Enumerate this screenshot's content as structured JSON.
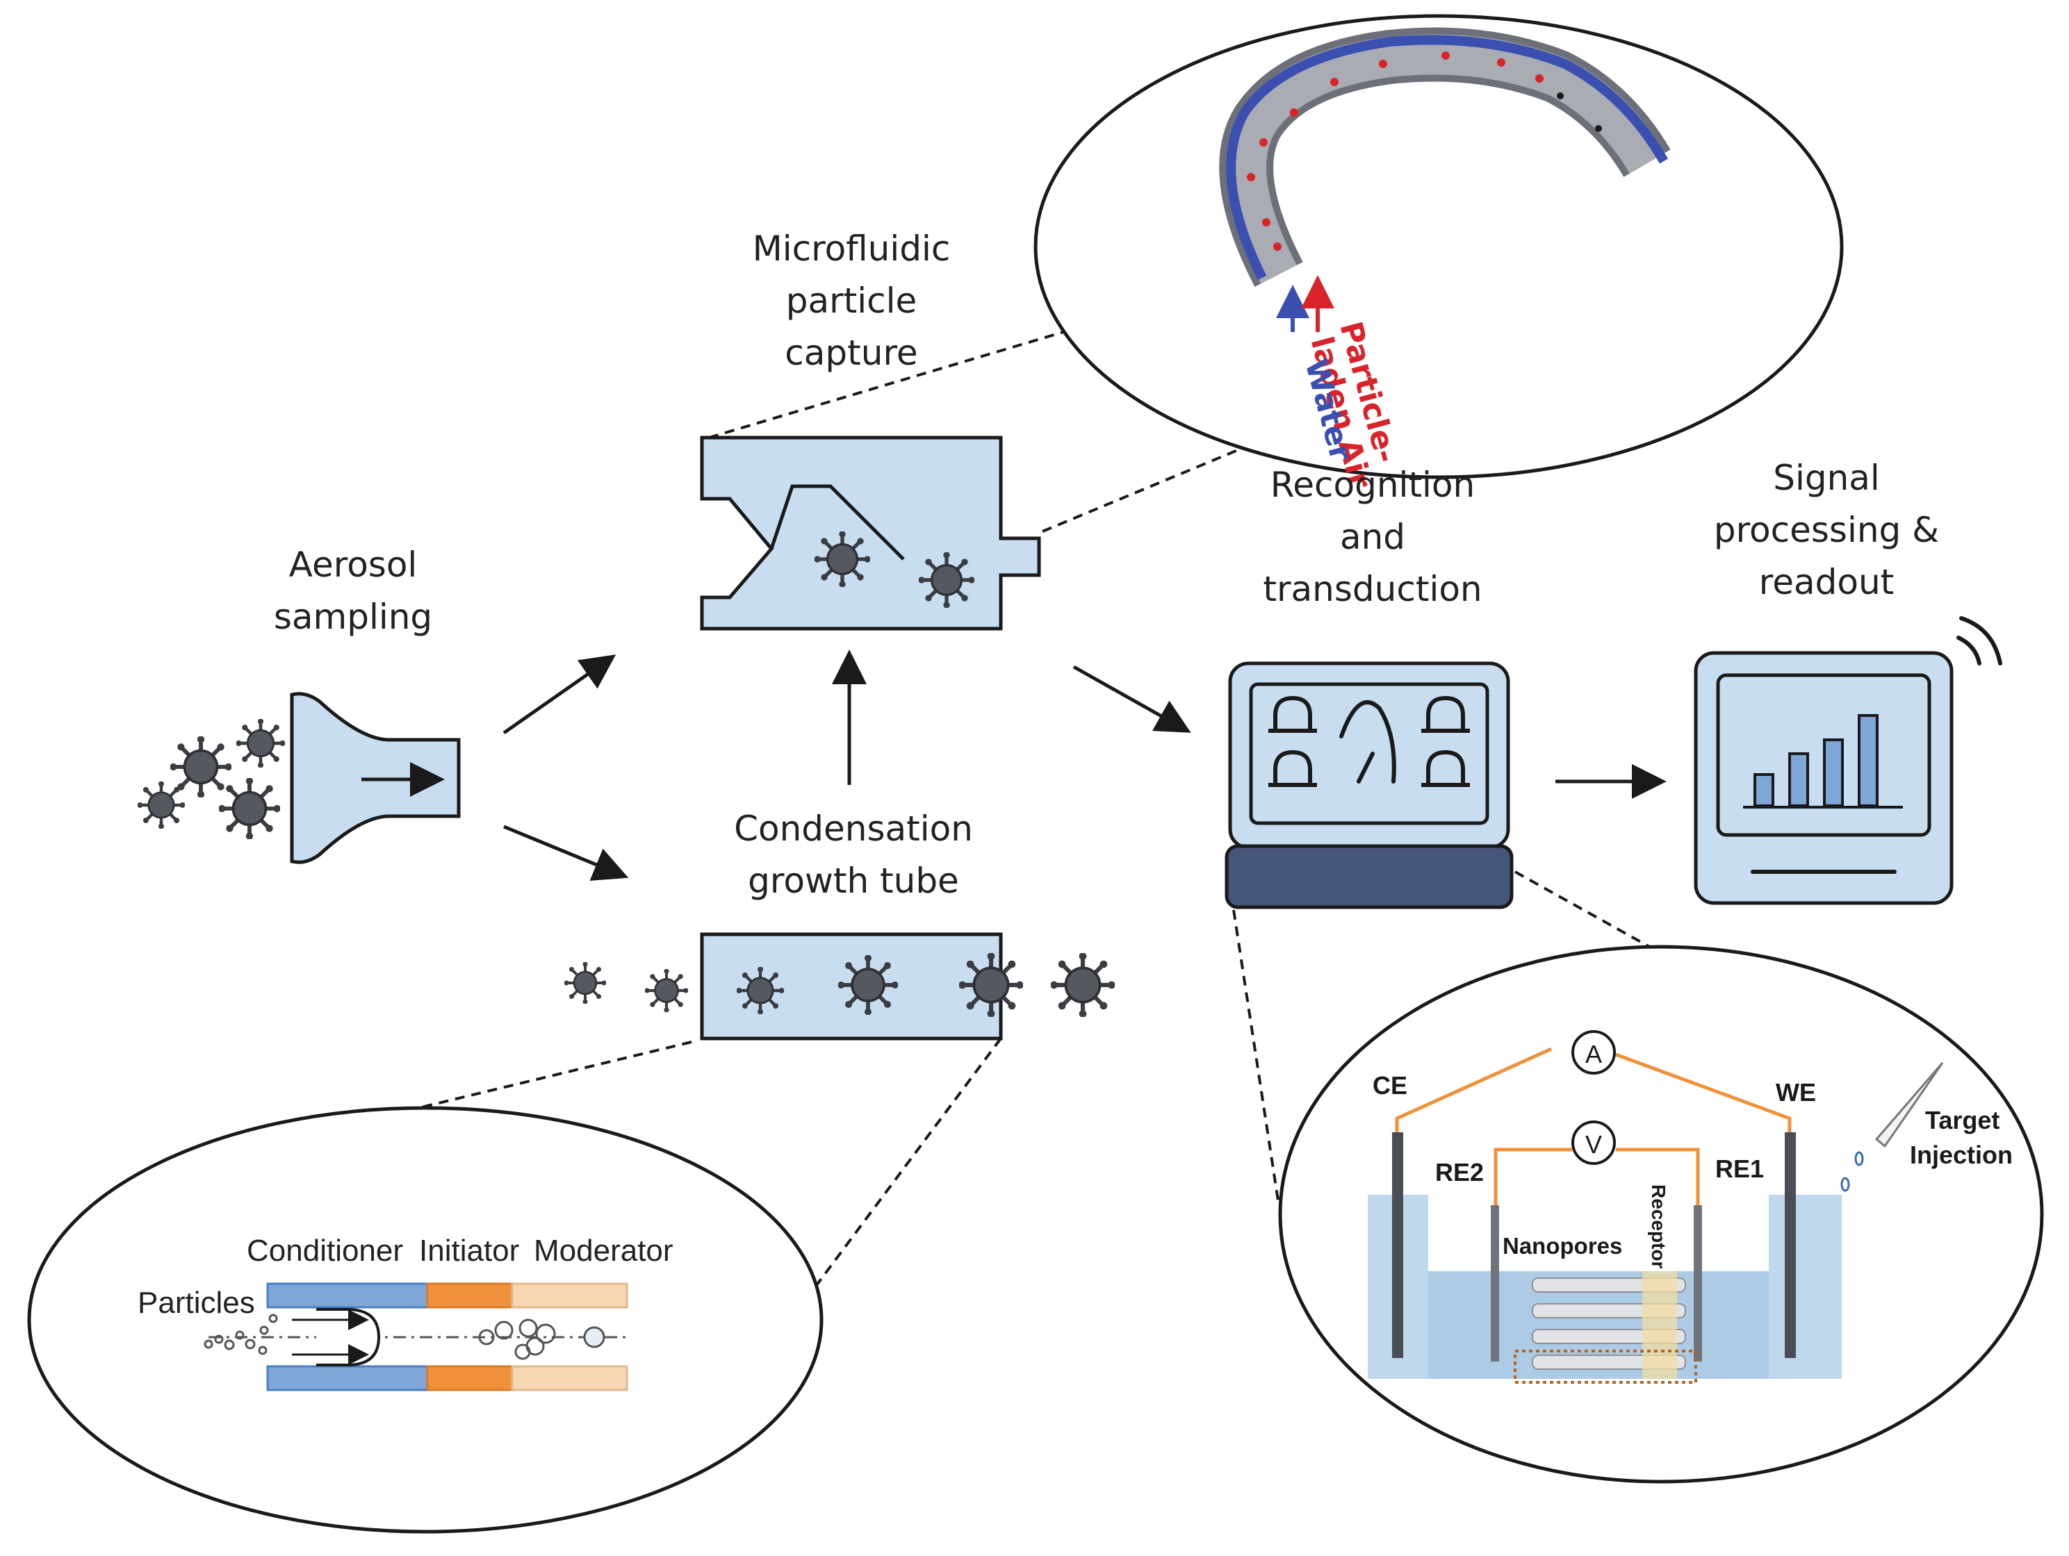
{
  "stages": {
    "aerosol": [
      "Aerosol",
      "sampling"
    ],
    "microfluidic": [
      "Microfluidic",
      "particle",
      "capture"
    ],
    "condensation": [
      "Condensation",
      "growth tube"
    ],
    "recognition": [
      "Recognition",
      "and",
      "transduction"
    ],
    "signal": [
      "Signal",
      "processing &",
      "readout"
    ]
  },
  "channel_detail": {
    "air_label": [
      "Particle-",
      "laden Air"
    ],
    "water_label": "Water"
  },
  "growth_tube_detail": {
    "particles": "Particles",
    "conditioner": "Conditioner",
    "initiator": "Initiator",
    "moderator": "Moderator"
  },
  "electrode_detail": {
    "ce": "CE",
    "we": "WE",
    "re1": "RE1",
    "re2": "RE2",
    "ammeter": "A",
    "voltmeter": "V",
    "nanopores": "Nanopores",
    "receptor": "Receptor",
    "target": [
      "Target",
      "Injection"
    ]
  },
  "colors": {
    "box_fill": "#c9ddf1",
    "dark_navy": "#46557a",
    "water_blue": "#3a4fb0",
    "air_red": "#d8232a",
    "wire_orange": "#f0913a",
    "conditioner": "#7ea6d6",
    "initiator": "#f0913a",
    "moderator": "#f7d6b4",
    "virus": "#55585f"
  },
  "icons": [
    "virus-particle-icon",
    "funnel-inlet-icon",
    "monitor-chart-icon",
    "wifi-signal-icon",
    "biosensor-device-icon"
  ]
}
